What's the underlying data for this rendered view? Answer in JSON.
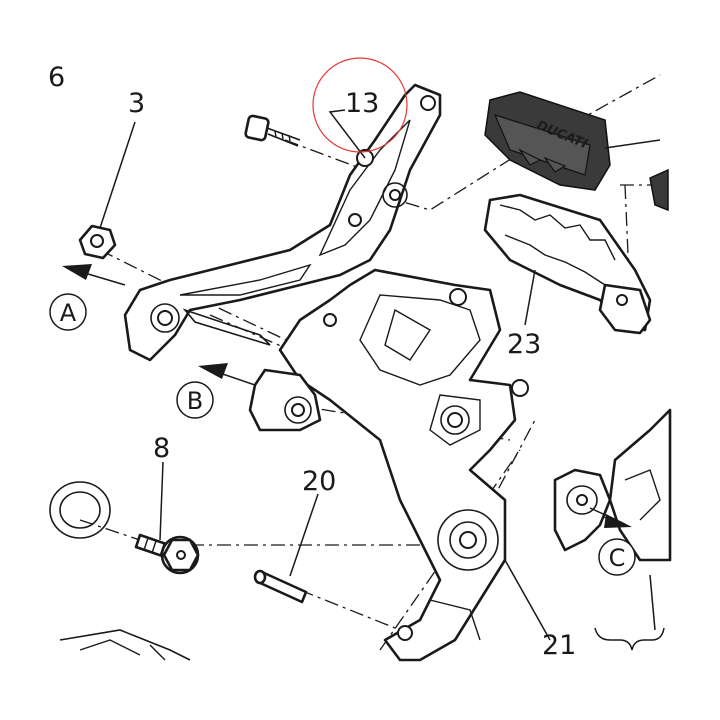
{
  "diagram": {
    "callouts": {
      "partial_left": "6",
      "p3": "3",
      "p13": "13",
      "p8": "8",
      "p20": "20",
      "p23": "23",
      "p21": "21"
    },
    "circle_labels": {
      "a": "A",
      "b": "B",
      "c": "C"
    },
    "brand_mark": "DUCATI",
    "highlight_color": "#e53935"
  }
}
